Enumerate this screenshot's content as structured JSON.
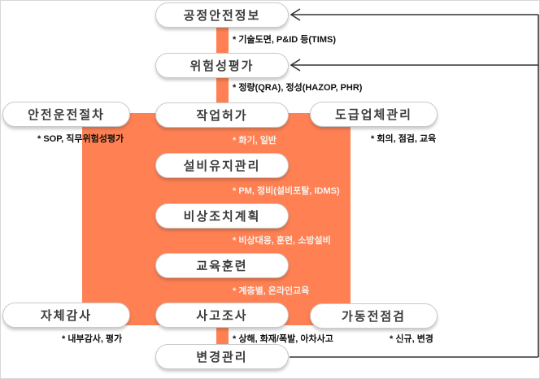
{
  "diagram": {
    "type": "psm-flow-diagram",
    "colors": {
      "core_area": "#ff8153",
      "connector_line": "#333333",
      "node_border": "#c9c9c9",
      "node_fill": "#ffffff",
      "node_text": "#3c3c3c",
      "note_dark": "#101010",
      "note_light": "#f4f2ef"
    },
    "nodes": {
      "process_safety_info": {
        "label": "공정안전정보"
      },
      "risk_assessment": {
        "label": "위험성평가"
      },
      "work_permit": {
        "label": "작업허가"
      },
      "safe_operation_procedure": {
        "label": "안전운전절차"
      },
      "contractor_management": {
        "label": "도급업체관리"
      },
      "facility_maintenance": {
        "label": "설비유지관리"
      },
      "emergency_plan": {
        "label": "비상조치계획"
      },
      "education_training": {
        "label": "교육훈련"
      },
      "self_audit": {
        "label": "자체감사"
      },
      "accident_investigation": {
        "label": "사고조사"
      },
      "pre_startup_check": {
        "label": "가동전점검"
      },
      "change_management": {
        "label": "변경관리"
      }
    },
    "notes": {
      "process_safety_info": "* 기술도면, P&ID 등(TIMS)",
      "risk_assessment": "* 정량(QRA), 정성(HAZOP, PHR)",
      "safe_operation_procedure": "* SOP, 직무위험성평가",
      "work_permit": "* 화기, 일반",
      "contractor_management": "* 회의, 점검, 교육",
      "facility_maintenance": "* PM, 정비(설비포탈, IDMS)",
      "emergency_plan": "* 비상대응, 훈련, 소방설비",
      "education_training": "* 계층별, 온라인교육",
      "self_audit": "* 내부감사, 평가",
      "accident_investigation": "* 상해, 화재/폭발, 아차사고",
      "pre_startup_check": "* 신규, 변경"
    },
    "flow": {
      "feedback_loop": "change_management -> risk_assessment, process_safety_info"
    }
  }
}
